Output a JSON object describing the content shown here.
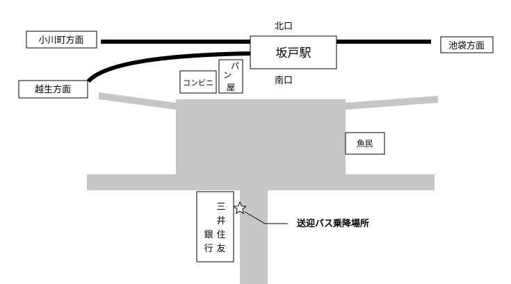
{
  "station": {
    "name": "坂戸駅",
    "north_exit": "北口",
    "south_exit": "南口"
  },
  "directions": {
    "ogawamachi": "小川町方面",
    "ikebukuro": "池袋方面",
    "ogose": "越生方面"
  },
  "shops": {
    "convenience_store": "コンビニ",
    "bakery": [
      "パ",
      "ン",
      "屋"
    ],
    "uotami": "魚民"
  },
  "bank": {
    "col1": [
      "三",
      "井",
      "住",
      "友"
    ],
    "col2": [
      "銀",
      "行"
    ]
  },
  "bus_stop": {
    "label": "送迎バス乗降場所",
    "marker": "star-icon"
  },
  "colors": {
    "road": "#c6c5c8",
    "railway": "#000000",
    "background": "#ffffff"
  }
}
